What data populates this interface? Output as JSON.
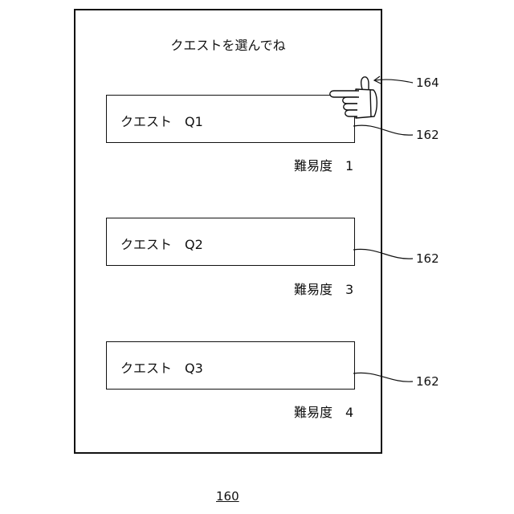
{
  "screen": {
    "title": "クエストを選んでね",
    "quests": [
      {
        "label": "クエスト　Q1",
        "difficulty": "難易度　1"
      },
      {
        "label": "クエスト　Q2",
        "difficulty": "難易度　3"
      },
      {
        "label": "クエスト　Q3",
        "difficulty": "難易度　4"
      }
    ]
  },
  "references": {
    "pointer": "164",
    "button_1": "162",
    "button_2": "162",
    "button_3": "162",
    "figure": "160"
  },
  "icons": {
    "pointer": "pointing-hand-icon"
  }
}
